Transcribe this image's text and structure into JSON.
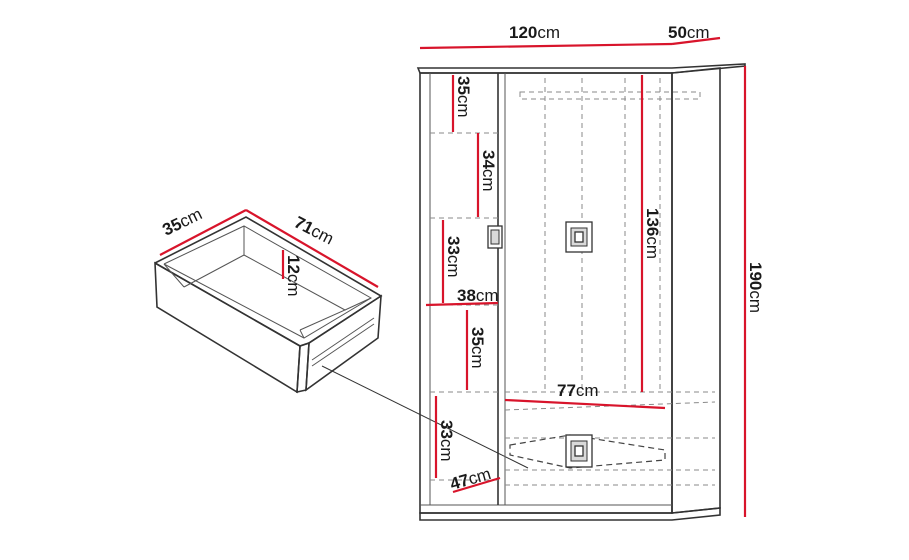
{
  "colors": {
    "dimension_line": "#d8142b",
    "outline": "#333333",
    "dashed": "#8a8a8a",
    "background": "#ffffff"
  },
  "wardrobe": {
    "width": "120",
    "depth": "50",
    "height": "190",
    "top_shelf": "35",
    "shelf_2": "34",
    "shelf_3": "33",
    "shelf_width": "38",
    "shelf_4": "35",
    "bottom_compartment": "33",
    "bottom_depth": "47",
    "hanging_height": "136",
    "drawer_width": "77"
  },
  "drawer": {
    "depth": "35",
    "width": "71",
    "height": "12"
  },
  "unit": "cm"
}
